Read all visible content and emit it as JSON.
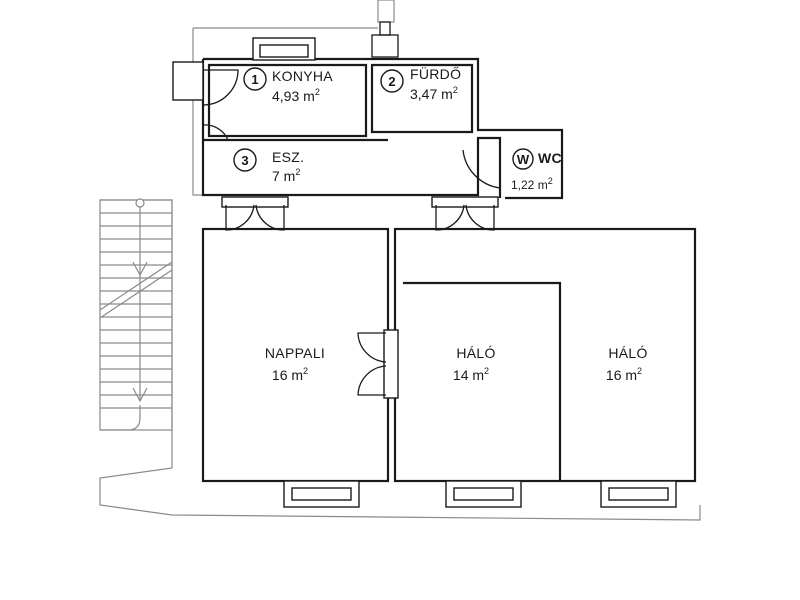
{
  "rooms": [
    {
      "id": "konyha",
      "number": "1",
      "name": "KONYHA",
      "area": "4,93 m",
      "unit_sup": "2"
    },
    {
      "id": "furdo",
      "number": "2",
      "name": "FÜRDŐ",
      "area": "3,47 m",
      "unit_sup": "2"
    },
    {
      "id": "esz",
      "number": "3",
      "name": "ESZ.",
      "area": "7 m",
      "unit_sup": "2"
    },
    {
      "id": "wc",
      "number": "W",
      "name": "WC",
      "area": "1,22 m",
      "unit_sup": "2"
    },
    {
      "id": "nappali",
      "name": "NAPPALI",
      "area": "16 m",
      "unit_sup": "2"
    },
    {
      "id": "halo1",
      "name": "HÁLÓ",
      "area": "14 m",
      "unit_sup": "2"
    },
    {
      "id": "halo2",
      "name": "HÁLÓ",
      "area": "16 m",
      "unit_sup": "2"
    }
  ]
}
